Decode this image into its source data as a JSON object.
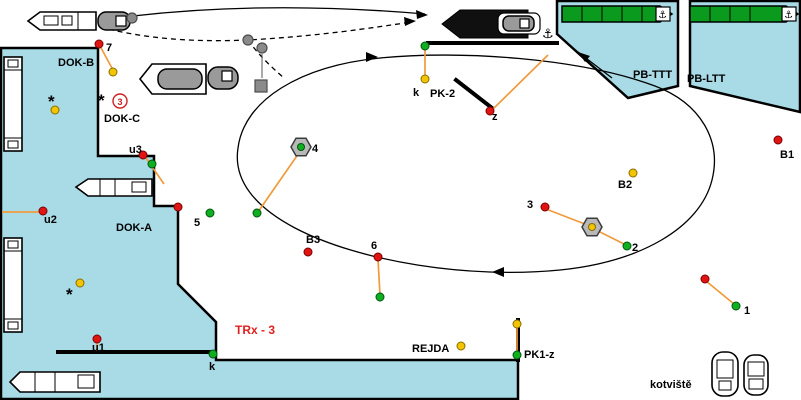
{
  "colors": {
    "water": "#a8dbe6",
    "buoy_red": "#e11414",
    "buoy_green": "#0faf20",
    "buoy_yellow": "#f2c500",
    "dot_gray": "#8a8a8a",
    "line_orange": "#f09a3c",
    "ship_green": "#0a9b1e",
    "ship_gray": "#9a9a9a",
    "hex_gray": "#b8b8b8",
    "text_red": "#e02020"
  },
  "icons": {
    "anchor": "⚓",
    "asterisk": "*"
  },
  "harbor": {
    "docks": {
      "a": "DOK-A",
      "b": "DOK-B",
      "c": "DOK-C"
    },
    "dock_badge": "3",
    "piers": {
      "ttt": "PB-TTT",
      "ltt": "PB-LTT"
    },
    "areas": {
      "rejda": "REJDA",
      "kotviste": "kotviště"
    },
    "gates": {
      "k_top": "k",
      "pk2": "PK-2",
      "z": "z",
      "k_bottom": "k",
      "pk1z": "PK1-z"
    },
    "berths": {
      "u1": "u1",
      "u2": "u2",
      "u3": "u3"
    },
    "buoys": {
      "b1": "B1",
      "b2": "B2",
      "b3": "B3"
    },
    "waypoints": {
      "n1": "1",
      "n2": "2",
      "n3": "3",
      "n4": "4",
      "n5": "5",
      "n6": "6",
      "n7": "7"
    },
    "status": {
      "trx": "TRx - 3"
    }
  }
}
